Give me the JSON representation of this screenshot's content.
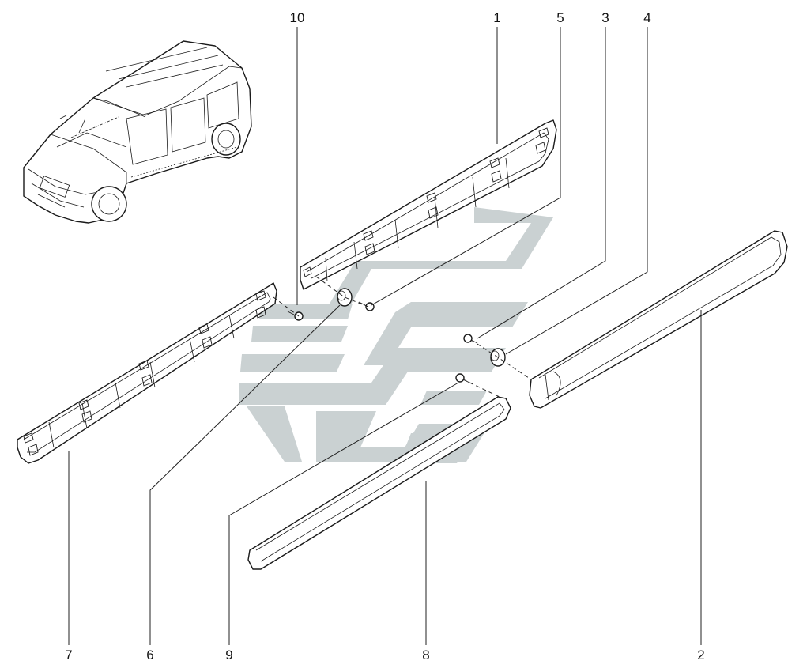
{
  "diagram": {
    "callouts": [
      {
        "id": "c10",
        "label": "10"
      },
      {
        "id": "c1",
        "label": "1"
      },
      {
        "id": "c5",
        "label": "5"
      },
      {
        "id": "c3",
        "label": "3"
      },
      {
        "id": "c4",
        "label": "4"
      },
      {
        "id": "c7",
        "label": "7"
      },
      {
        "id": "c6",
        "label": "6"
      },
      {
        "id": "c9",
        "label": "9"
      },
      {
        "id": "c8",
        "label": "8"
      },
      {
        "id": "c2",
        "label": "2"
      }
    ],
    "colors": {
      "line": "#1a1a1a",
      "watermark": "#b9c2c4",
      "background": "#ffffff"
    },
    "icons": [
      "car-illustration",
      "molding-strip",
      "clip",
      "fastener",
      "watermark-logo"
    ]
  }
}
